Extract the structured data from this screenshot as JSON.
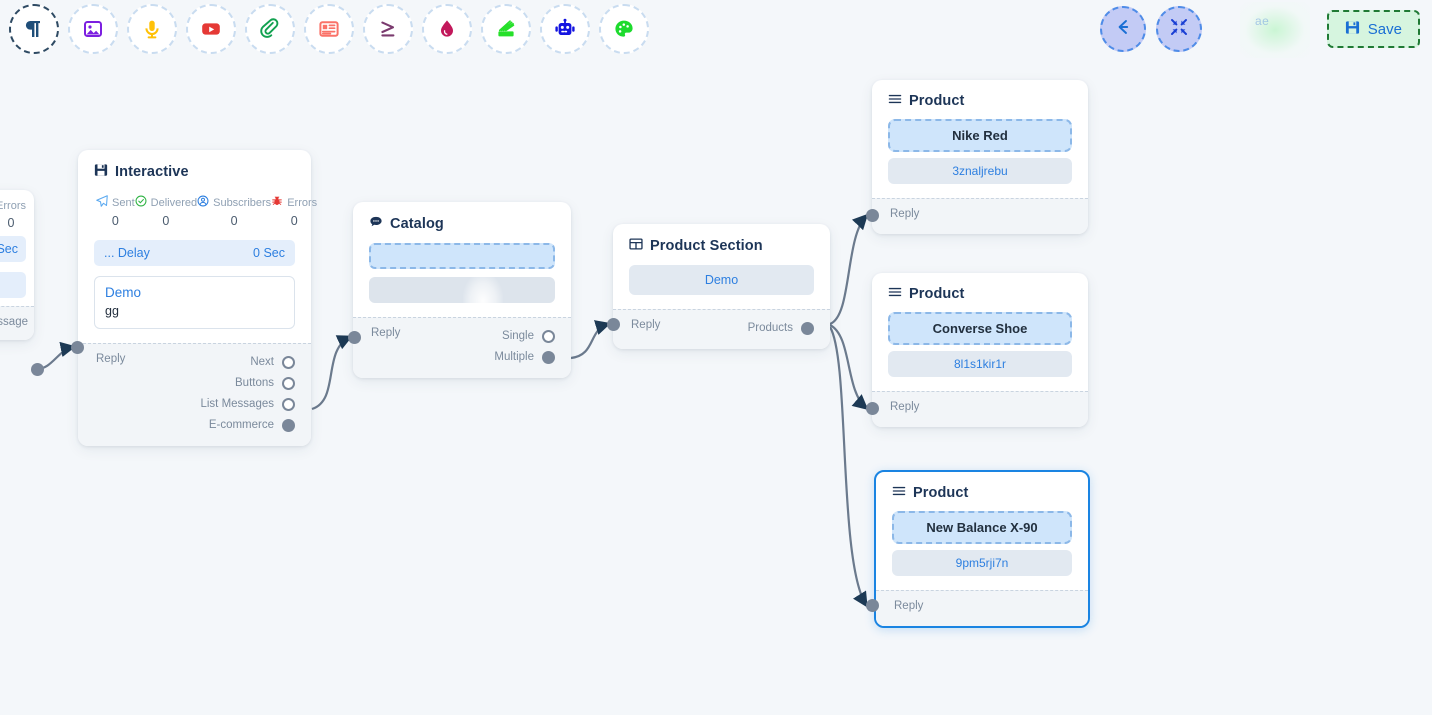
{
  "toolbar": {
    "tools": [
      {
        "name": "paragraph-icon",
        "label": "Text",
        "color": "#1f4e79",
        "active": true
      },
      {
        "name": "image-icon",
        "label": "Image",
        "color": "#7c1fe0",
        "active": false
      },
      {
        "name": "microphone-icon",
        "label": "Audio",
        "color": "#ffc107",
        "active": false
      },
      {
        "name": "youtube-icon",
        "label": "Video",
        "color": "#e53935",
        "active": false
      },
      {
        "name": "paperclip-icon",
        "label": "Attachment",
        "color": "#12a150",
        "active": false
      },
      {
        "name": "newspaper-icon",
        "label": "Card",
        "color": "#fa7268",
        "active": false
      },
      {
        "name": "greater-equal-icon",
        "label": "Condition",
        "color": "#7a3a6e",
        "active": false
      },
      {
        "name": "droplet-icon",
        "label": "Trigger",
        "color": "#c2185b",
        "active": false
      },
      {
        "name": "stack-icon",
        "label": "Sequence",
        "color": "#26e02a",
        "active": false
      },
      {
        "name": "robot-icon",
        "label": "Bot",
        "color": "#1414e0",
        "active": false
      },
      {
        "name": "palette-icon",
        "label": "Design",
        "color": "#1ddb2e",
        "active": false
      }
    ],
    "back_label": "Back",
    "fit_label": "Fit view",
    "ghost_label": "ae",
    "save_label": "Save"
  },
  "nodes": {
    "clipped": {
      "stat_label": "Errors",
      "stat_value": "0",
      "delay_value": "Sec",
      "port_out": "essage"
    },
    "interactive": {
      "title": "Interactive",
      "icon": "floppy-disk-icon",
      "stats": [
        {
          "label": "Sent",
          "value": "0",
          "icon": "paper-plane-icon",
          "color": "#5aa9f0"
        },
        {
          "label": "Delivered",
          "value": "0",
          "icon": "check-circle-icon",
          "color": "#2fb344"
        },
        {
          "label": "Subscribers",
          "value": "0",
          "icon": "user-circle-icon",
          "color": "#2d7fe0"
        },
        {
          "label": "Errors",
          "value": "0",
          "icon": "bug-icon",
          "color": "#e53935"
        }
      ],
      "delay_label": "... Delay",
      "delay_value": "0 Sec",
      "message_title": "Demo",
      "message_text": "gg",
      "port_in": "Reply",
      "ports_out": [
        {
          "label": "Next",
          "connected": false
        },
        {
          "label": "Buttons",
          "connected": false
        },
        {
          "label": "List Messages",
          "connected": false
        },
        {
          "label": "E-commerce",
          "connected": true
        }
      ]
    },
    "catalog": {
      "title": "Catalog",
      "icon": "chat-bubble-icon",
      "port_in": "Reply",
      "ports_out": [
        {
          "label": "Single",
          "connected": false
        },
        {
          "label": "Multiple",
          "connected": true
        }
      ]
    },
    "product_section": {
      "title": "Product Section",
      "icon": "table-grid-icon",
      "pill_label": "Demo",
      "port_in": "Reply",
      "port_out": "Products"
    },
    "products": [
      {
        "title": "Product",
        "icon": "list-lines-icon",
        "name": "Nike Red",
        "id": "3znaljrebu",
        "port_in": "Reply",
        "selected": false
      },
      {
        "title": "Product",
        "icon": "list-lines-icon",
        "name": "Converse Shoe",
        "id": "8l1s1kir1r",
        "port_in": "Reply",
        "selected": false
      },
      {
        "title": "Product",
        "icon": "list-lines-icon",
        "name": "New Balance X-90",
        "id": "9pm5rji7n",
        "port_in": "Reply",
        "selected": true
      }
    ]
  },
  "colors": {
    "canvas_bg": "#f4f7fa",
    "accent_blue": "#2d7fe0",
    "node_title": "#1d3557",
    "port_gray": "#7a8799",
    "edge": "#6b7a8d",
    "save_green": "#d6f5df",
    "selected_border": "#1a84e2"
  }
}
